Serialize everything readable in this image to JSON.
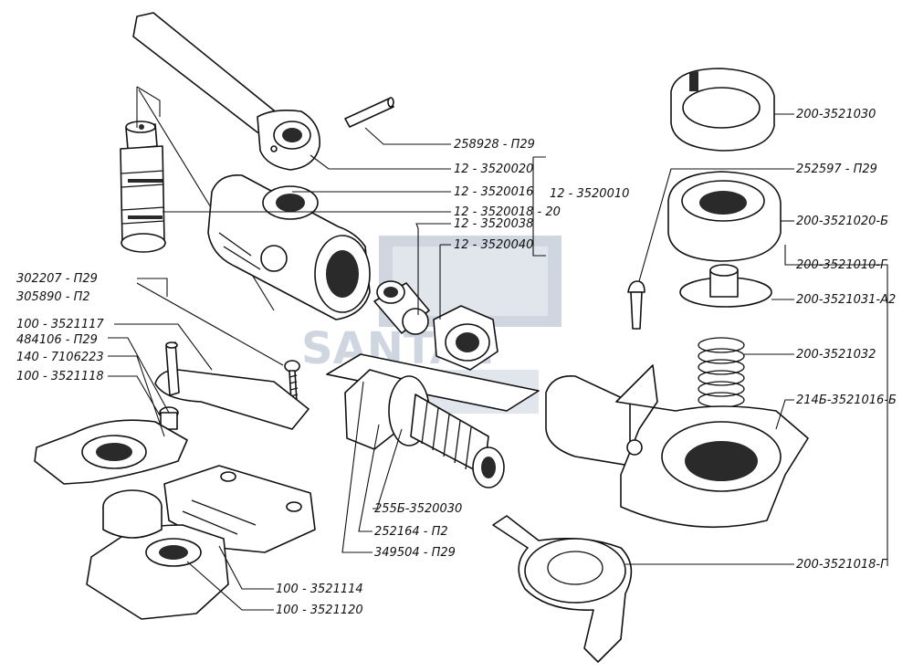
{
  "watermark": {
    "text": "SANTAL",
    "color": "#a9b5c6"
  },
  "callouts": {
    "c258928": "258928 - П29",
    "c3520020": "12 - 3520020",
    "c3520016": "12 - 3520016",
    "c3520018": "12 - 3520018 - 20",
    "c3520038": "12 - 3520038",
    "c3520040": "12 - 3520040",
    "c3520010": "12 - 3520010",
    "c302207": "302207 - П29",
    "c305890": "305890 - П2",
    "c3521117": "100 - 3521117",
    "c484106": "484106 - П29",
    "c7106223": "140 - 7106223",
    "c3521118": "100 - 3521118",
    "c3520030": "255Б-3520030",
    "c252164": "252164 - П2",
    "c349504": "349504 - П29",
    "c3521114": "100 - 3521114",
    "c3521120": "100 - 3521120",
    "c3521030": "200-3521030",
    "c252597": "252597 - П29",
    "c3521020": "200-3521020-Б",
    "c3521010": "200-3521010-Г",
    "c3521031": "200-3521031-А2",
    "c3521032": "200-3521032",
    "c3521016": "214Б-3521016-Б",
    "c3521018": "200-3521018-Г"
  }
}
